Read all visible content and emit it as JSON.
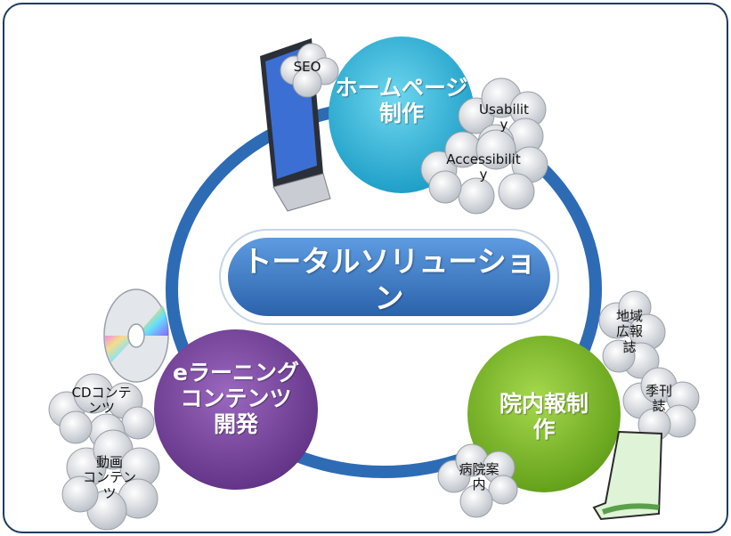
{
  "center": {
    "label": "トータルソリューション"
  },
  "nodes": {
    "homepage": {
      "label": "ホームページ\n制作",
      "color": "#2fb8d8"
    },
    "elearning": {
      "label": "eラーニング\nコンテンツ\n開発",
      "color": "#7d4aa0"
    },
    "newsletter": {
      "label": "院内報制\n作",
      "color": "#7dbb2a"
    }
  },
  "clouds": {
    "seo": "SEO",
    "usability": "Usabilit\ny",
    "accessibility": "Accessibilit\ny",
    "cd_contents": "CDコンテ\nンツ",
    "video_contents": "動画\nコンテン\nツ",
    "regional_pr": "地域\n広報\n誌",
    "quarterly": "季刊\n誌",
    "hospital_guide": "病院案\n内"
  },
  "colors": {
    "ring": "#2d6bb5",
    "frame": "#1f3a5f",
    "center_fill": "#3d78c0"
  }
}
